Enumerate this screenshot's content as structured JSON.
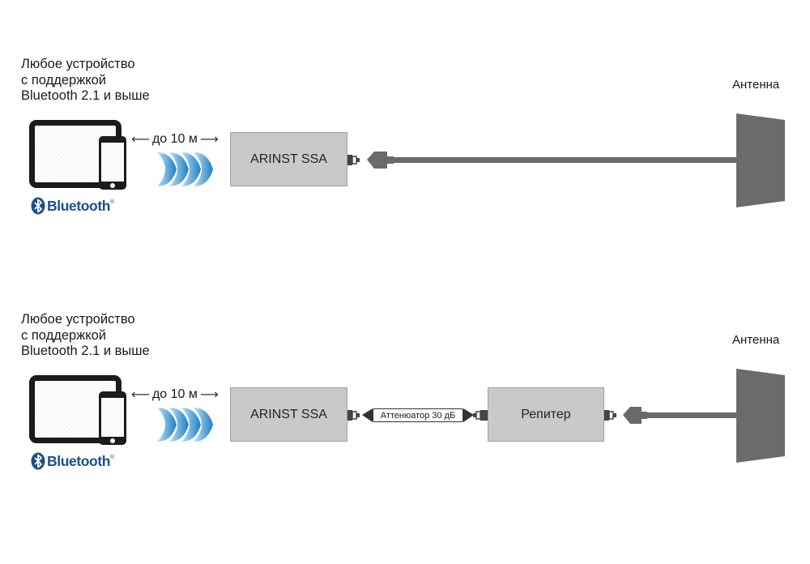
{
  "diagram1": {
    "caption": [
      "Любое устройство",
      "с поддержкой",
      "Bluetooth 2.1 и выше"
    ],
    "range_label": "до 10 м",
    "bluetooth_label": "Bluetooth",
    "analyzer_label": "ARINST SSA",
    "antenna_label": "Антенна"
  },
  "diagram2": {
    "caption": [
      "Любое устройство",
      "с поддержкой",
      "Bluetooth 2.1 и выше"
    ],
    "range_label": "до 10 м",
    "bluetooth_label": "Bluetooth",
    "analyzer_label": "ARINST SSA",
    "attenuator_label": "Аттенюатор 30 дБ",
    "repeater_label": "Репитер",
    "antenna_label": "Антенна"
  },
  "colors": {
    "cable": "#6a6a6a",
    "box": "#c9c9c9",
    "bluetooth_blue": "#1e4e8c",
    "wave_blue": "#1d7fc4",
    "antenna": "#6b6b6d"
  }
}
